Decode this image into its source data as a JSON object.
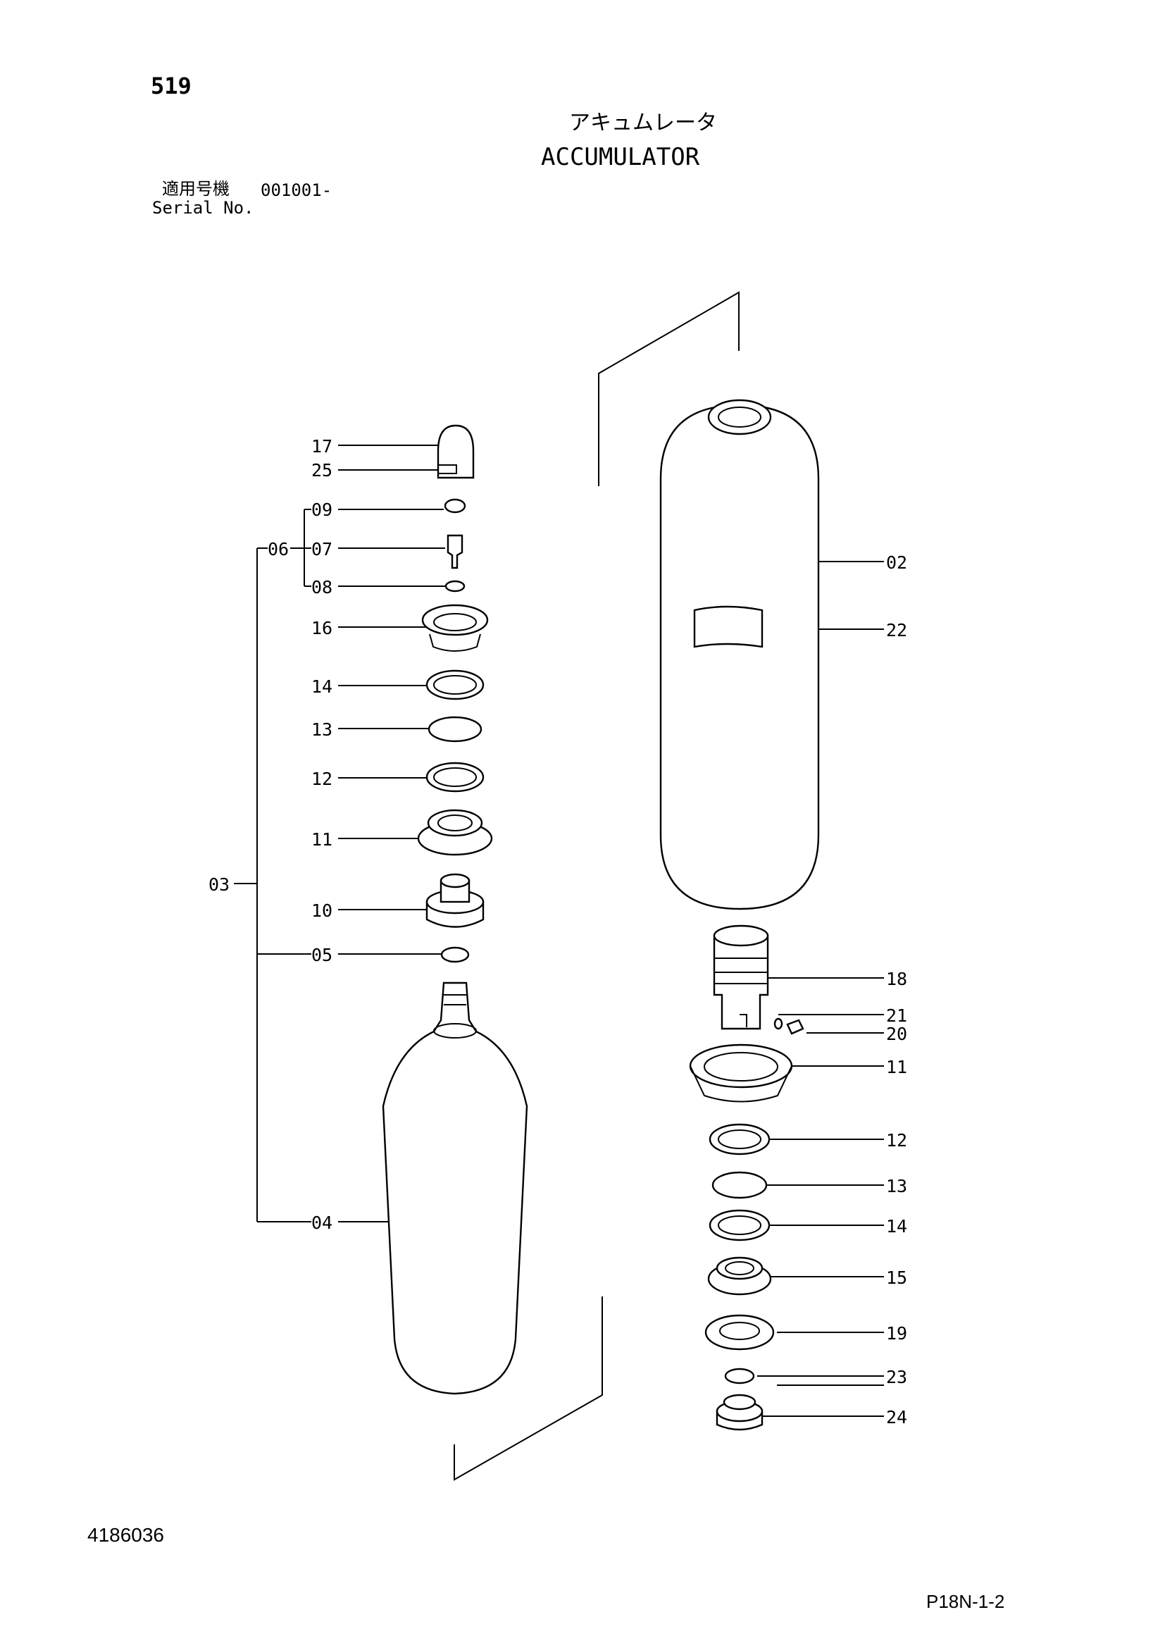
{
  "header": {
    "page_number": "519",
    "title_ja": "アキュムレータ",
    "title_en": "ACCUMULATOR",
    "serial_label_ja": "適用号機",
    "serial_range": "001001-",
    "serial_label_en": "Serial No."
  },
  "footer": {
    "doc_number": "4186036",
    "page_code": "P18N-1-2"
  },
  "callouts": {
    "left": [
      "17",
      "25",
      "09",
      "06",
      "07",
      "08",
      "16",
      "14",
      "13",
      "12",
      "11",
      "03",
      "10",
      "05",
      "04"
    ],
    "right": [
      "02",
      "22",
      "18",
      "21",
      "20",
      "11",
      "12",
      "13",
      "14",
      "15",
      "19",
      "23",
      "24"
    ]
  },
  "colors": {
    "line": "#000000",
    "background": "#ffffff"
  }
}
